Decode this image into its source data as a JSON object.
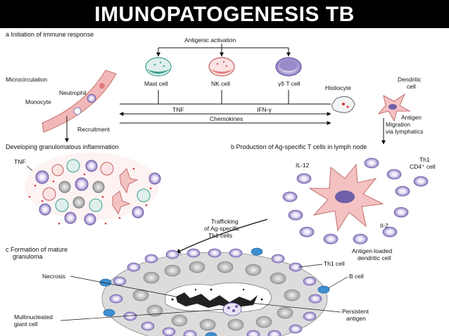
{
  "slide": {
    "title": "IMUNOPATOGENESIS TB",
    "title_color": "#ffffff",
    "background": "#000000"
  },
  "figure": {
    "sections": {
      "a": "a Initiation of immune response",
      "granuloma": "Developing granulomatous inflammation",
      "b": "b Production of Ag-specific T cells in lymph node",
      "c": "c Formation of mature",
      "c2": "granuloma"
    },
    "labels": {
      "antigenic_activation": "Antigenic activation",
      "mast_cell": "Mast cell",
      "nk_cell": "NK cell",
      "gd_t_cell": "γδ T cell",
      "microcirculation": "Microcirculation",
      "neutrophil": "Neutrophil",
      "monocyte": "Monocyte",
      "histiocyte": "Histiocyte",
      "dendritic_cell_1": "Dendritic",
      "dendritic_cell_2": "cell",
      "antigen": "Antigen",
      "tnf_a": "TNF",
      "ifn": "IFN-γ",
      "chemokines": "Chemokines",
      "recruitment": "Recruitment",
      "migration_1": "Migration",
      "migration_2": "via lymphatics",
      "tnf_b": "TNF",
      "il12": "IL-12",
      "th1_cd4_1": "Th1",
      "th1_cd4_2": "CD4⁺ cell",
      "il2": "Il-2",
      "antigen_loaded_1": "Antigen-loaded",
      "antigen_loaded_2": "dendritic cell",
      "trafficking_1": "Trafficking",
      "trafficking_2": "of Ag-specific",
      "trafficking_3": "Th1 cells",
      "necrosis": "Necrosis",
      "th1_cell": "Th1 cell",
      "b_cell": "B cell",
      "multinucleated_1": "Multinucleated",
      "multinucleated_2": "giant cell",
      "persistent_1": "Persistent",
      "persistent_2": "antigen"
    },
    "colors": {
      "lymphocyte": "#9b8ac9",
      "mast_cell": "#3a9e8c",
      "nk_cell": "#e07a7a",
      "dendritic": "#f4c2c2",
      "b_cell": "#3d8fd0",
      "necrosis": "#222222",
      "vessel": "#f2b8b8"
    }
  }
}
